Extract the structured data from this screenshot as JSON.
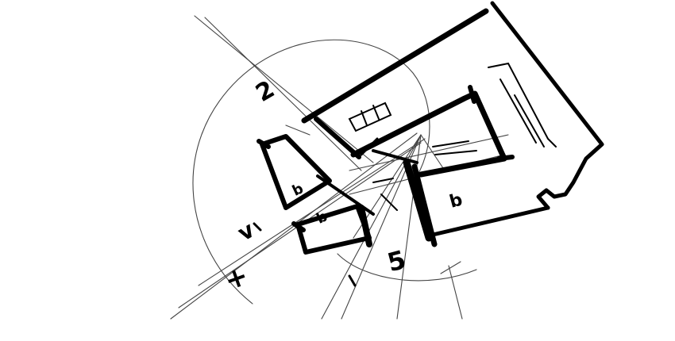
{
  "sketch": {
    "ink_color": "#000000",
    "guide_color": "#444444",
    "paper_color": "#ffffff",
    "labels": {
      "label_2": "2",
      "label_plus": "+",
      "label_5": "5",
      "label_v": "v",
      "label_b_left": "b",
      "label_b_mid": "b",
      "label_b_right": "b"
    }
  }
}
